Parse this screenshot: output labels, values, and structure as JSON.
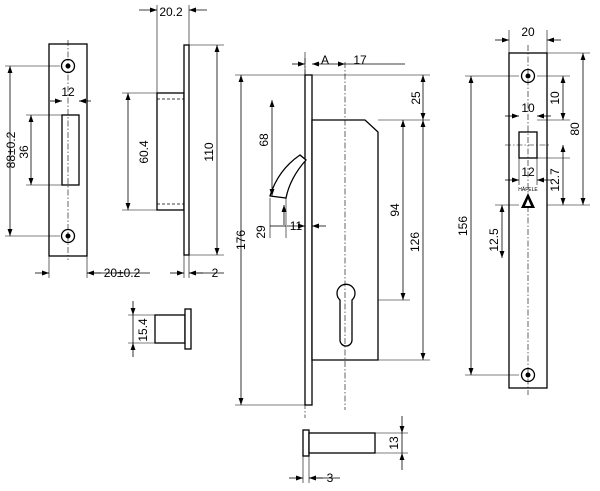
{
  "strike_plate_front": {
    "hole_spacing_tol": "88±0.2",
    "opening_height": "36",
    "opening_width": "12",
    "plate_width_tol": "20±0.2"
  },
  "strike_box_side": {
    "box_height": "60.4",
    "flange_height": "110",
    "depth": "20.2",
    "flange_thickness": "2"
  },
  "spacer": {
    "height": "15.4"
  },
  "lock_body_side": {
    "backset_ref": "A",
    "backset": "17",
    "top_offset": "25",
    "hook_height": "68",
    "total_height": "176",
    "hook_radius": "29",
    "hook_offset": "11",
    "hook_to_cyl": "94",
    "cylinder_pos": "126"
  },
  "bolt_pin": {
    "diameter": "13",
    "head": "3"
  },
  "faceplate": {
    "width": "20",
    "top_gap": "10",
    "window_height": "80",
    "window_width": "10",
    "latch_width": "12",
    "latch_height": "12.7",
    "lower_offset": "12.5",
    "total_length": "156",
    "brand": "HÄFELE"
  }
}
